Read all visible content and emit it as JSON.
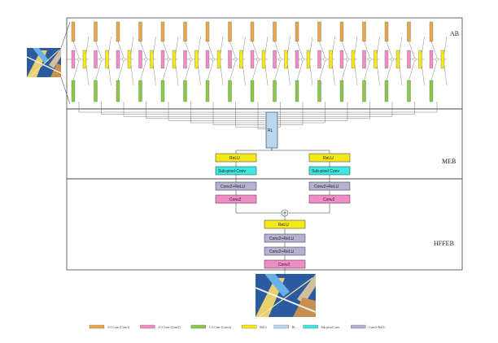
{
  "sections": {
    "ab": "AB",
    "meb": "MEB",
    "hffeb": "HFFEB"
  },
  "rl_label": "RL",
  "meb_blocks": {
    "relu": "ReLU",
    "subpixel": "Sub-pixel Conv",
    "conv2_relu": "Conv2+ReLU",
    "conv2": "Conv2"
  },
  "hffeb_blocks": {
    "relu": "ReLU",
    "conv2_relu_a": "Conv2+ReLU",
    "conv2_relu_b": "Conv2+ReLU",
    "conv2": "Conv2"
  },
  "legend": [
    {
      "label": "3×1 Conv (Conv1)",
      "color": "#e8a84a"
    },
    {
      "label": "3×3 Conv (Conv2)",
      "color": "#f08cc8"
    },
    {
      "label": "1×3 Conv (Conv3)",
      "color": "#8cc84a"
    },
    {
      "label": "ReLU",
      "color": "#f4e81a"
    },
    {
      "label": "RL",
      "color": "#b8d8f0"
    },
    {
      "label": "Sub-pixel Conv",
      "color": "#3ce8e0"
    },
    {
      "label": "Conv2+ReLU",
      "color": "#b8b0d0"
    }
  ],
  "colors": {
    "conv1": "#e8a84a",
    "conv2": "#f08cc8",
    "conv3": "#8cc84a",
    "relu": "#f4e81a",
    "rl": "#b8d8f0",
    "subpixel": "#3ce8e0",
    "conv2relu": "#b8b0d0"
  }
}
